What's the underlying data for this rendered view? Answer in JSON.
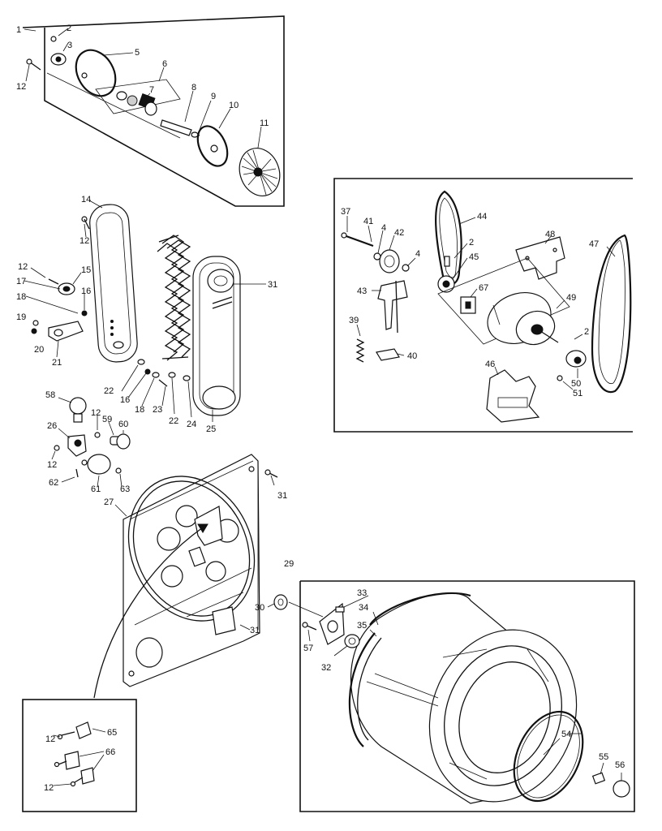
{
  "callouts": {
    "c1": "1",
    "c2a": "2",
    "c3": "3",
    "c5": "5",
    "c6": "6",
    "c7": "7",
    "c8": "8",
    "c9": "9",
    "c10": "10",
    "c11": "11",
    "c12a": "12",
    "c14": "14",
    "c12b": "12",
    "c12c": "12",
    "c15": "15",
    "c17": "17",
    "c16a": "16",
    "c18a": "18",
    "c19": "19",
    "c20": "20",
    "c21": "21",
    "c22a": "22",
    "c16b": "16",
    "c18b": "18",
    "c23": "23",
    "c22b": "22",
    "c24": "24",
    "c25": "25",
    "c31a": "31",
    "c37": "37",
    "c41": "41",
    "c4a": "4",
    "c42": "42",
    "c4b": "4",
    "c44": "44",
    "c2b": "2",
    "c45": "45",
    "c48": "48",
    "c47": "47",
    "c43": "43",
    "c67": "67",
    "c49": "49",
    "c39": "39",
    "c40": "40",
    "c2c": "2",
    "c46": "46",
    "c50": "50",
    "c51": "51",
    "c58": "58",
    "c12d": "12",
    "c59": "59",
    "c60": "60",
    "c26": "26",
    "c12e": "12",
    "c62": "62",
    "c61": "61",
    "c63": "63",
    "c31b": "31",
    "c27": "27",
    "c29": "29",
    "c30": "30",
    "c31c": "31",
    "c33": "33",
    "c34": "34",
    "c35": "35",
    "c57": "57",
    "c32": "32",
    "c54": "54",
    "c55": "55",
    "c56": "56",
    "c12f": "12",
    "c65": "65",
    "c66": "66",
    "c12g": "12"
  }
}
